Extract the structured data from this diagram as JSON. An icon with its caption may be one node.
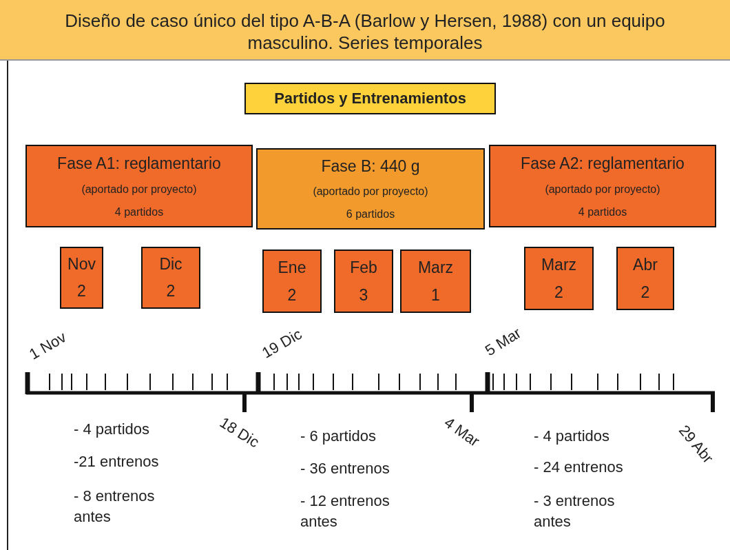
{
  "diagram": {
    "title": "Diseño de caso único del tipo A-B-A (Barlow y Hersen, 1988) con un equipo masculino. Series temporales",
    "nodes": [
      {
        "text": [
          "Partidos y Entrenamientos"
        ]
      },
      {
        "text": [
          "Fase A1: reglamentario",
          "(aportado por proyecto)",
          "4 partidos"
        ]
      },
      {
        "text": [
          "Fase B: 440 g",
          "(aportado por proyecto)",
          "6 partidos"
        ]
      },
      {
        "text": [
          "Fase A2: reglamentario",
          "(aportado por proyecto)",
          "4 partidos"
        ]
      },
      {
        "text": [
          "Nov",
          "2"
        ]
      },
      {
        "text": [
          "Dic",
          "2"
        ]
      },
      {
        "text": [
          "Ene",
          "2"
        ]
      },
      {
        "text": [
          "Feb",
          "3"
        ]
      },
      {
        "text": [
          "Marz",
          "1"
        ]
      },
      {
        "text": [
          "Marz",
          "2"
        ]
      },
      {
        "text": [
          "Abr",
          "2"
        ]
      }
    ],
    "edges": [],
    "labels": [
      "1 Nov",
      "19 Dic",
      "5 Mar",
      "18 Dic",
      "4 Mar",
      "29 Abr",
      "- 4 partidos",
      "-21 entrenos",
      "- 8 entrenos antes",
      "- 6 partidos",
      "- 36 entrenos",
      "- 12 entrenos antes",
      "- 4 partidos",
      "- 24 entrenos",
      "- 3 entrenos antes"
    ]
  }
}
